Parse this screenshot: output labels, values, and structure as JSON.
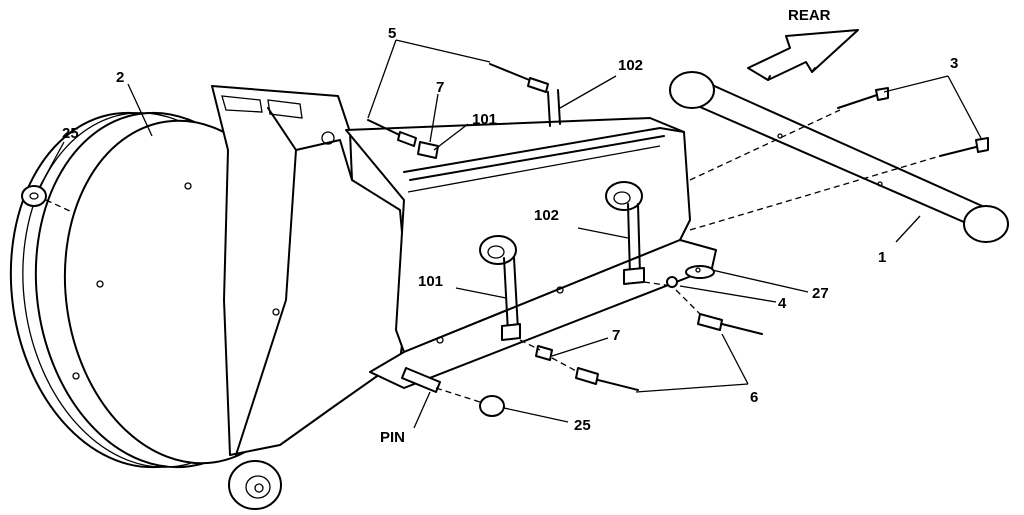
{
  "diagram": {
    "labels": {
      "rear": "REAR",
      "part_1": "1",
      "part_2": "2",
      "part_3": "3",
      "part_4": "4",
      "part_5": "5",
      "part_6": "6",
      "part_7_top": "7",
      "part_7_bottom": "7",
      "part_25_left": "25",
      "part_25_bottom": "25",
      "part_27": "27",
      "part_101_top": "101",
      "part_101_bottom": "101",
      "part_102_top": "102",
      "part_102_middle": "102",
      "pin": "PIN"
    }
  }
}
